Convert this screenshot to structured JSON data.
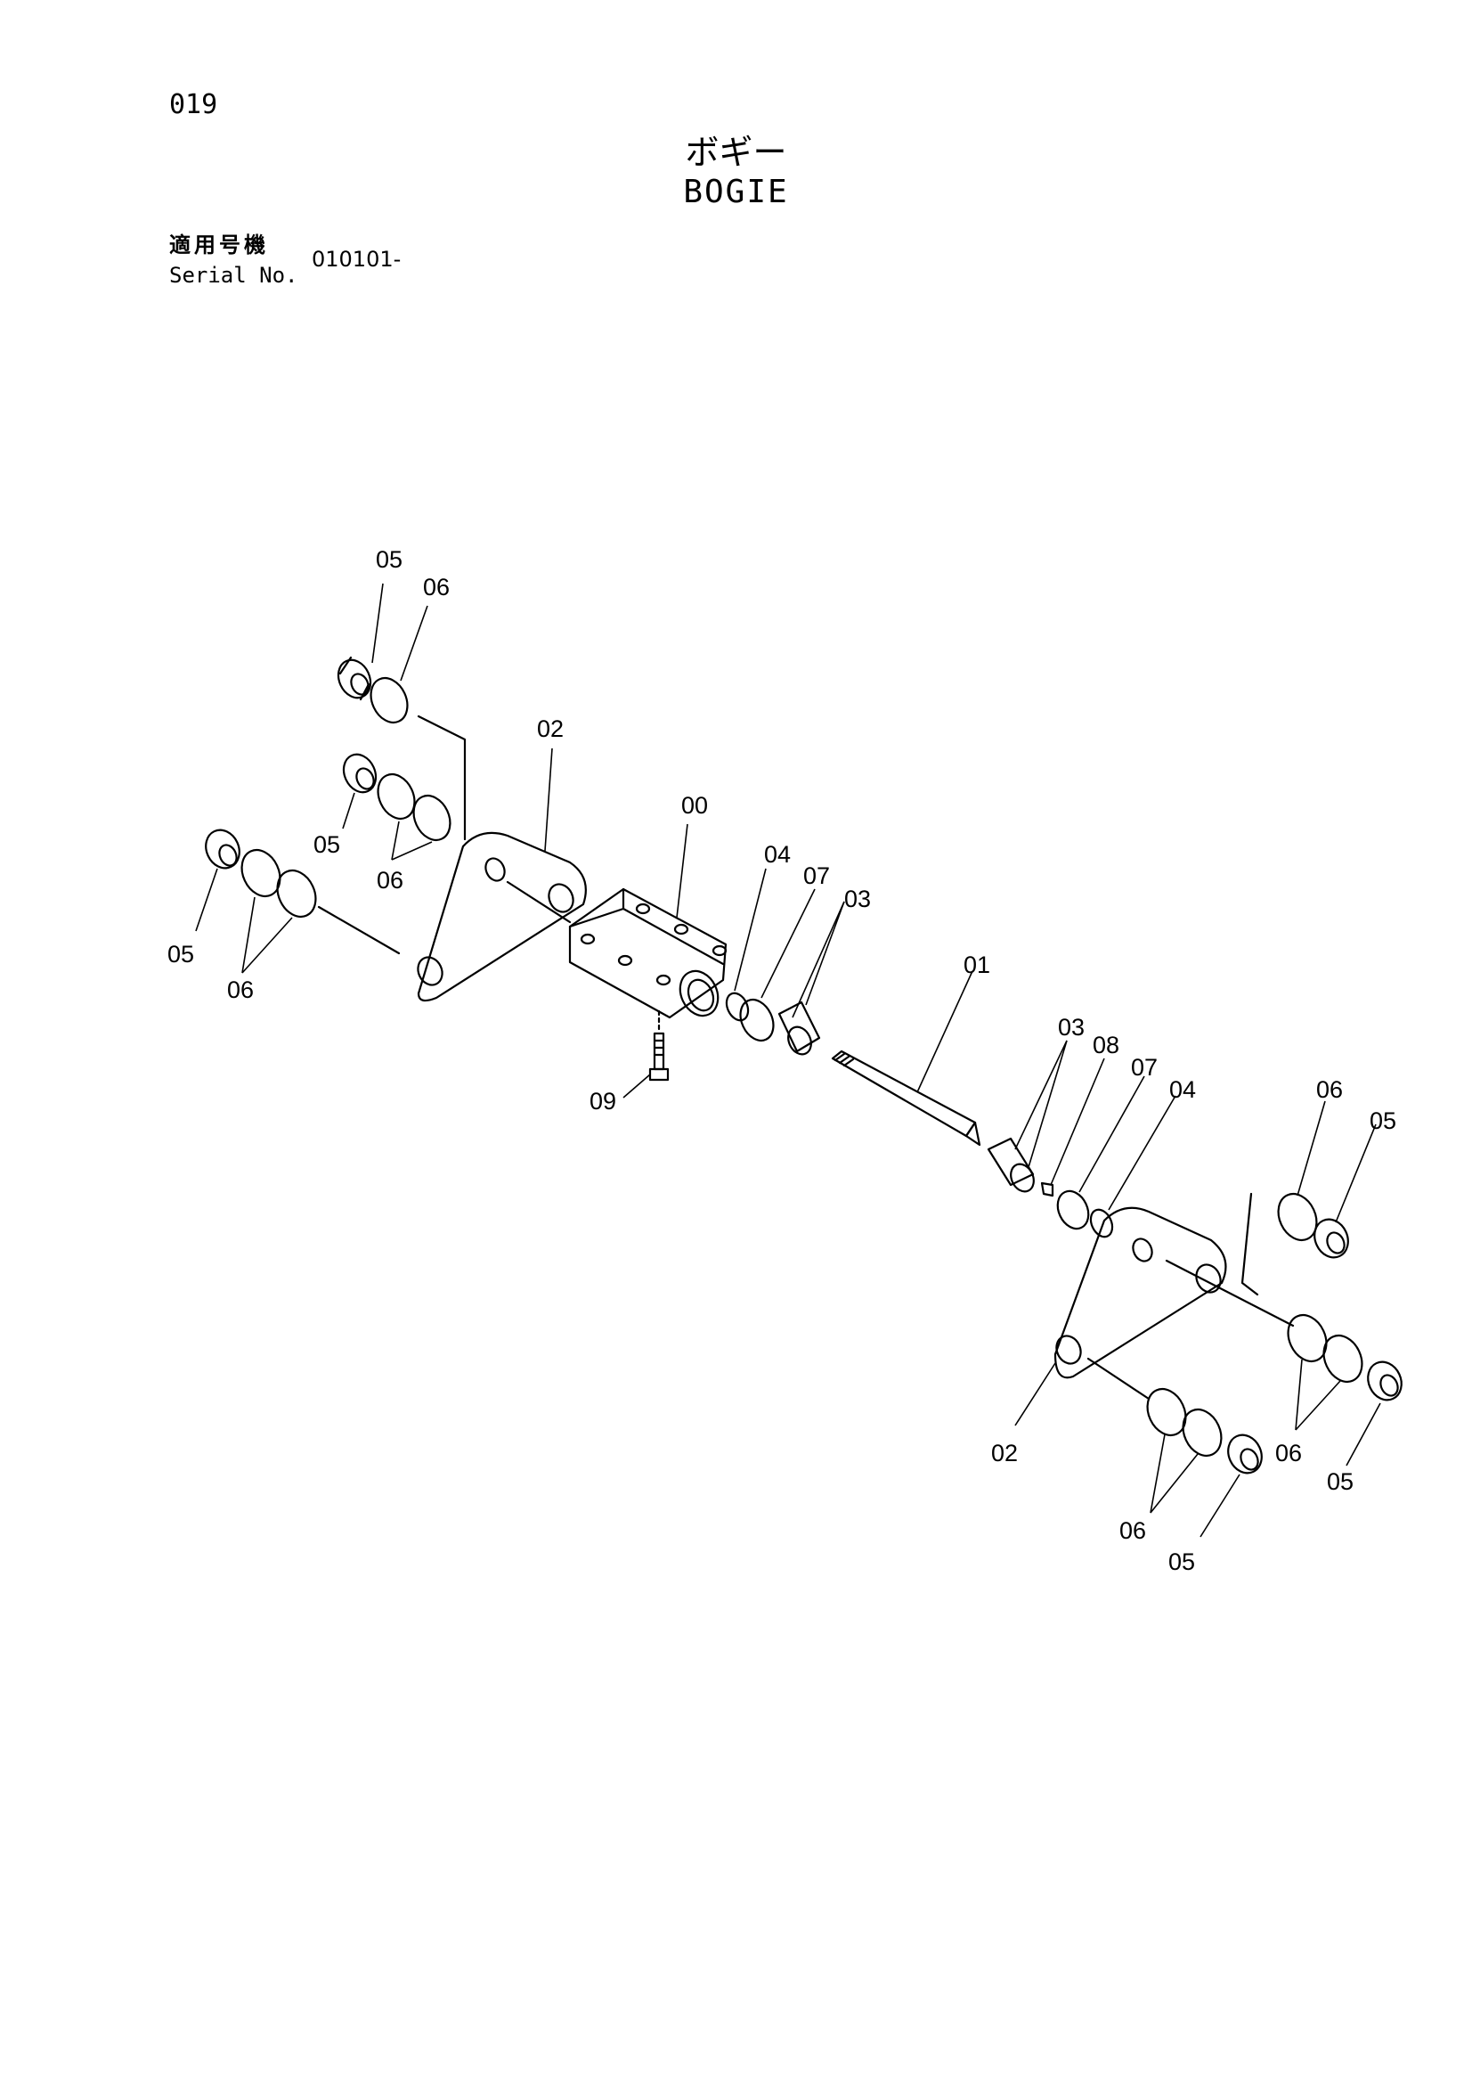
{
  "page_number": "019",
  "title_japanese": "ボギー",
  "title_english": "BOGIE",
  "serial_label_japanese": "適用号機",
  "serial_label_english": "Serial No.",
  "serial_value": "010101-",
  "callouts": {
    "c00": "00",
    "c01": "01",
    "c02a": "02",
    "c02b": "02",
    "c03a": "03",
    "c03b": "03",
    "c04a": "04",
    "c04b": "04",
    "c05a": "05",
    "c05b": "05",
    "c05c": "05",
    "c05d": "05",
    "c05e": "05",
    "c05f": "05",
    "c06a": "06",
    "c06b": "06",
    "c06c": "06",
    "c06d": "06",
    "c06e": "06",
    "c06f": "06",
    "c07a": "07",
    "c07b": "07",
    "c08": "08",
    "c09": "09"
  }
}
